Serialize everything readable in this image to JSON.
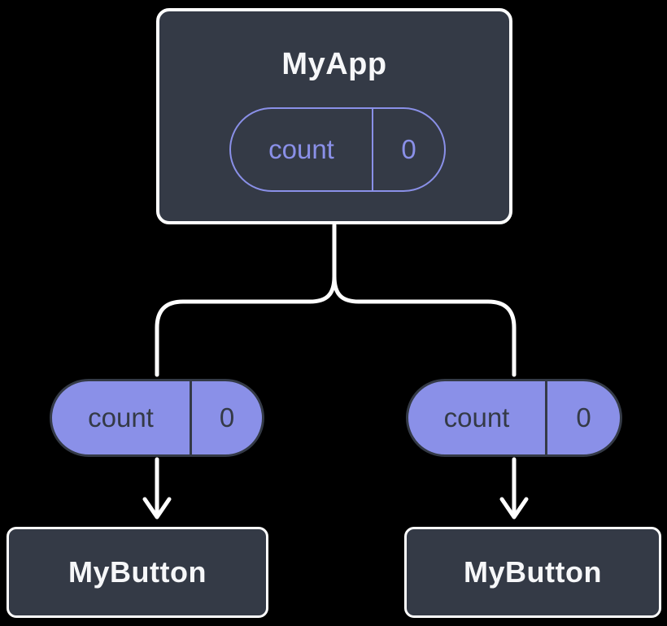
{
  "diagram": {
    "description": "React component tree showing state shared from parent to children",
    "colors": {
      "background": "#000000",
      "box_fill": "#343a46",
      "box_border": "#ffffff",
      "accent_purple": "#8a90e8",
      "dark_text": "#343a46",
      "light_text": "#f6f7f9",
      "connector": "#ffffff"
    },
    "root": {
      "title": "MyApp",
      "state_name": "count",
      "state_value": "0"
    },
    "left_child": {
      "title": "MyButton",
      "prop_name": "count",
      "prop_value": "0"
    },
    "right_child": {
      "title": "MyButton",
      "prop_name": "count",
      "prop_value": "0"
    }
  }
}
